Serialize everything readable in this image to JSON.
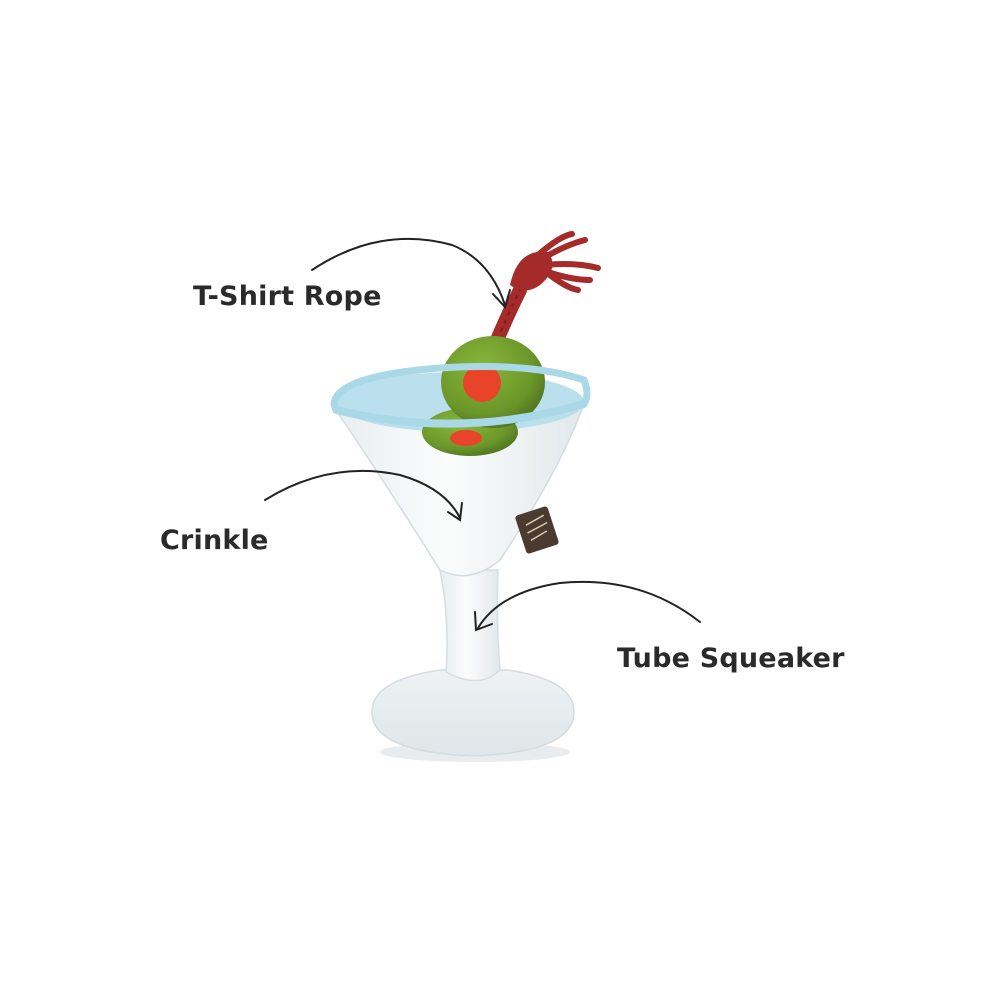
{
  "callouts": {
    "rope": "T-Shirt Rope",
    "crinkle": "Crinkle",
    "squeaker": "Tube Squeaker"
  },
  "colors": {
    "text": "#2a2a2a",
    "arrow": "#222222",
    "rope": "#a52a2a",
    "olive": "#6f9a2c",
    "pimento": "#e8442a",
    "rim": "#a9d8e6",
    "glass": "#f2f5f6"
  }
}
